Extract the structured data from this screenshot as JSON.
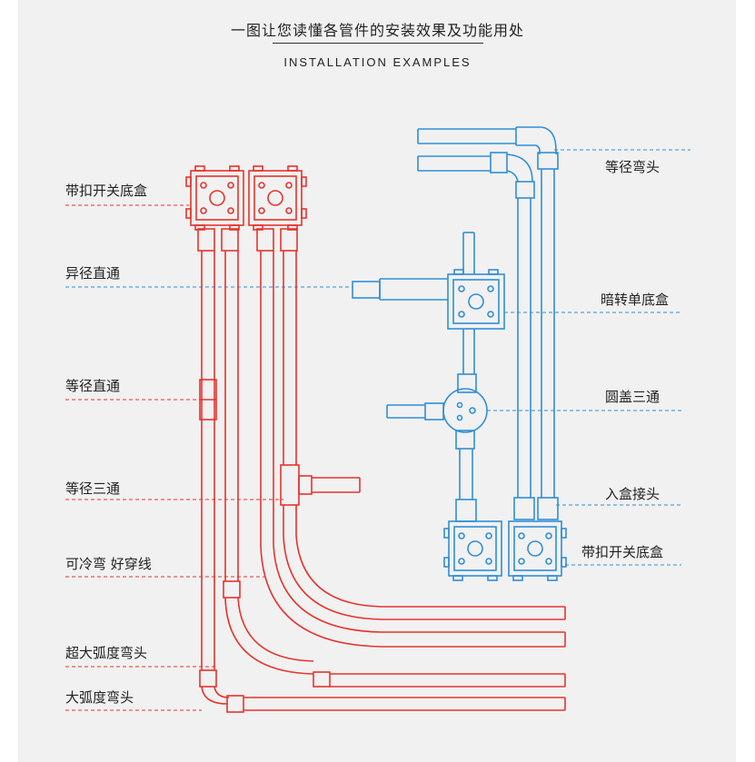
{
  "title": "一图让您读懂各管件的安装效果及功能用处",
  "subtitle": "INSTALLATION EXAMPLES",
  "colors": {
    "red": "#e8322c",
    "blue": "#2f8fd6",
    "panel": "#f1f1f1",
    "text": "#222222"
  },
  "left_labels": [
    "带扣开关底盒",
    "异径直通",
    "等径直通",
    "等径三通",
    "可冷弯 好穿线",
    "超大弧度弯头",
    "大弧度弯头"
  ],
  "right_labels": [
    "等径弯头",
    "暗转单底盒",
    "圆盖三通",
    "入盒接头",
    "带扣开关底盒"
  ]
}
